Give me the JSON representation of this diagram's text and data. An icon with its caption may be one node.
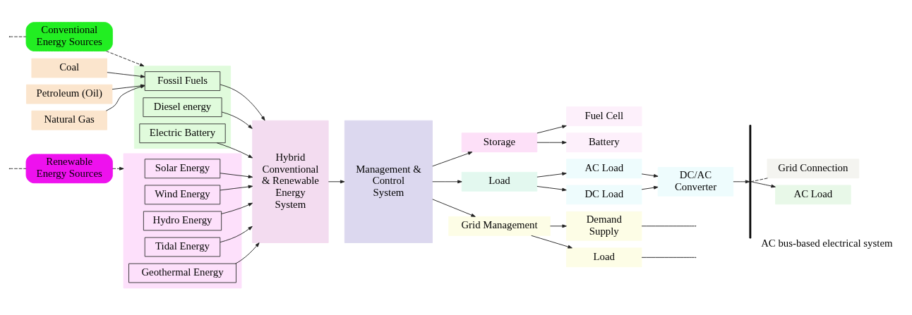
{
  "diagram": {
    "nodes": [
      {
        "text": [
          "Coal"
        ]
      },
      {
        "text": [
          "Petroleum (Oil)"
        ]
      },
      {
        "text": [
          "Natural Gas"
        ]
      },
      {
        "text": [
          "Conventional Energy Sources"
        ]
      },
      {
        "text": [],
        "shape": "box"
      },
      {
        "text": [
          "Fossil Fuels"
        ],
        "in": 4
      },
      {
        "text": [
          "Diesel energy"
        ],
        "in": 4
      },
      {
        "text": [
          "Electric Battery"
        ],
        "in": 4
      },
      {
        "text": [
          "Renewable Energy Sources"
        ]
      },
      {
        "text": [],
        "shape": "box"
      },
      {
        "text": [
          "Solar Energy"
        ],
        "in": 9
      },
      {
        "text": [
          "Wind Energy"
        ],
        "in": 9
      },
      {
        "text": [
          "Hydro Energy"
        ],
        "in": 9
      },
      {
        "text": [
          "Tidal Energy"
        ],
        "in": 9
      },
      {
        "text": [
          "Geothermal Energy"
        ],
        "in": 9
      },
      {
        "text": [
          "Hybrid Conventional & Renewable Energy System"
        ]
      },
      {
        "text": [
          "Management & Control System"
        ]
      },
      {
        "text": [
          "Storage"
        ]
      },
      {
        "text": [
          "Fuel Cell"
        ]
      },
      {
        "text": [
          "Battery"
        ]
      },
      {
        "text": [
          "Load"
        ]
      },
      {
        "text": [
          "AC Load"
        ]
      },
      {
        "text": [
          "DC Load"
        ]
      },
      {
        "text": [
          "DC/AC Converter"
        ]
      },
      {
        "text": [],
        "shape": "bar",
        "beside": [
          "AC bus-based electrical system"
        ]
      },
      {
        "text": [
          "Grid Connection"
        ]
      },
      {
        "text": [
          "AC Load"
        ]
      },
      {
        "text": [
          "Grid Management"
        ]
      },
      {
        "text": [
          "Demand Supply"
        ]
      },
      {
        "text": [
          "Load"
        ]
      }
    ],
    "edges": [
      {
        "from": 0,
        "to": 5,
        "arrow": "to"
      },
      {
        "from": 1,
        "to": 5,
        "arrow": "to"
      },
      {
        "from": 2,
        "to": 5,
        "arrow": "to"
      },
      {
        "from": 3,
        "to": 4,
        "arrow": "to",
        "style": "dashed"
      },
      {
        "from": 5,
        "to": 15,
        "arrow": "to"
      },
      {
        "from": 6,
        "to": 15,
        "arrow": "to"
      },
      {
        "from": 7,
        "to": 15,
        "arrow": "to"
      },
      {
        "from": 8,
        "to": 9,
        "arrow": "to",
        "style": "dashed"
      },
      {
        "from": 10,
        "to": 15,
        "arrow": "to"
      },
      {
        "from": 11,
        "to": 15,
        "arrow": "to"
      },
      {
        "from": 12,
        "to": 15,
        "arrow": "to"
      },
      {
        "from": 13,
        "to": 15,
        "arrow": "to"
      },
      {
        "from": 14,
        "to": 15,
        "arrow": "to"
      },
      {
        "from": 15,
        "to": 16,
        "arrow": "to"
      },
      {
        "from": 16,
        "to": 17,
        "arrow": "to"
      },
      {
        "from": 16,
        "to": 20,
        "arrow": "to"
      },
      {
        "from": 16,
        "to": 27,
        "arrow": "to"
      },
      {
        "from": 17,
        "to": 18,
        "arrow": "to"
      },
      {
        "from": 17,
        "to": 19,
        "arrow": "to"
      },
      {
        "from": 20,
        "to": 21,
        "arrow": "to"
      },
      {
        "from": 20,
        "to": 22,
        "arrow": "to"
      },
      {
        "from": 21,
        "to": 23,
        "arrow": "to"
      },
      {
        "from": 22,
        "to": 23,
        "arrow": "to"
      },
      {
        "from": 23,
        "to": 24,
        "arrow": "to"
      },
      {
        "from": 24,
        "to": 25,
        "arrow": "none",
        "style": "dashed"
      },
      {
        "from": 24,
        "to": 26,
        "arrow": "to"
      },
      {
        "from": 27,
        "to": 28,
        "arrow": "to"
      },
      {
        "from": 27,
        "to": 29,
        "arrow": "to"
      },
      {
        "from": 28,
        "to": null,
        "arrow": "none"
      },
      {
        "from": 29,
        "to": null,
        "arrow": "none"
      },
      {
        "from": null,
        "to": 3,
        "arrow": "none",
        "style": "dashed"
      },
      {
        "from": null,
        "to": 8,
        "arrow": "none",
        "style": "dashed"
      }
    ]
  }
}
